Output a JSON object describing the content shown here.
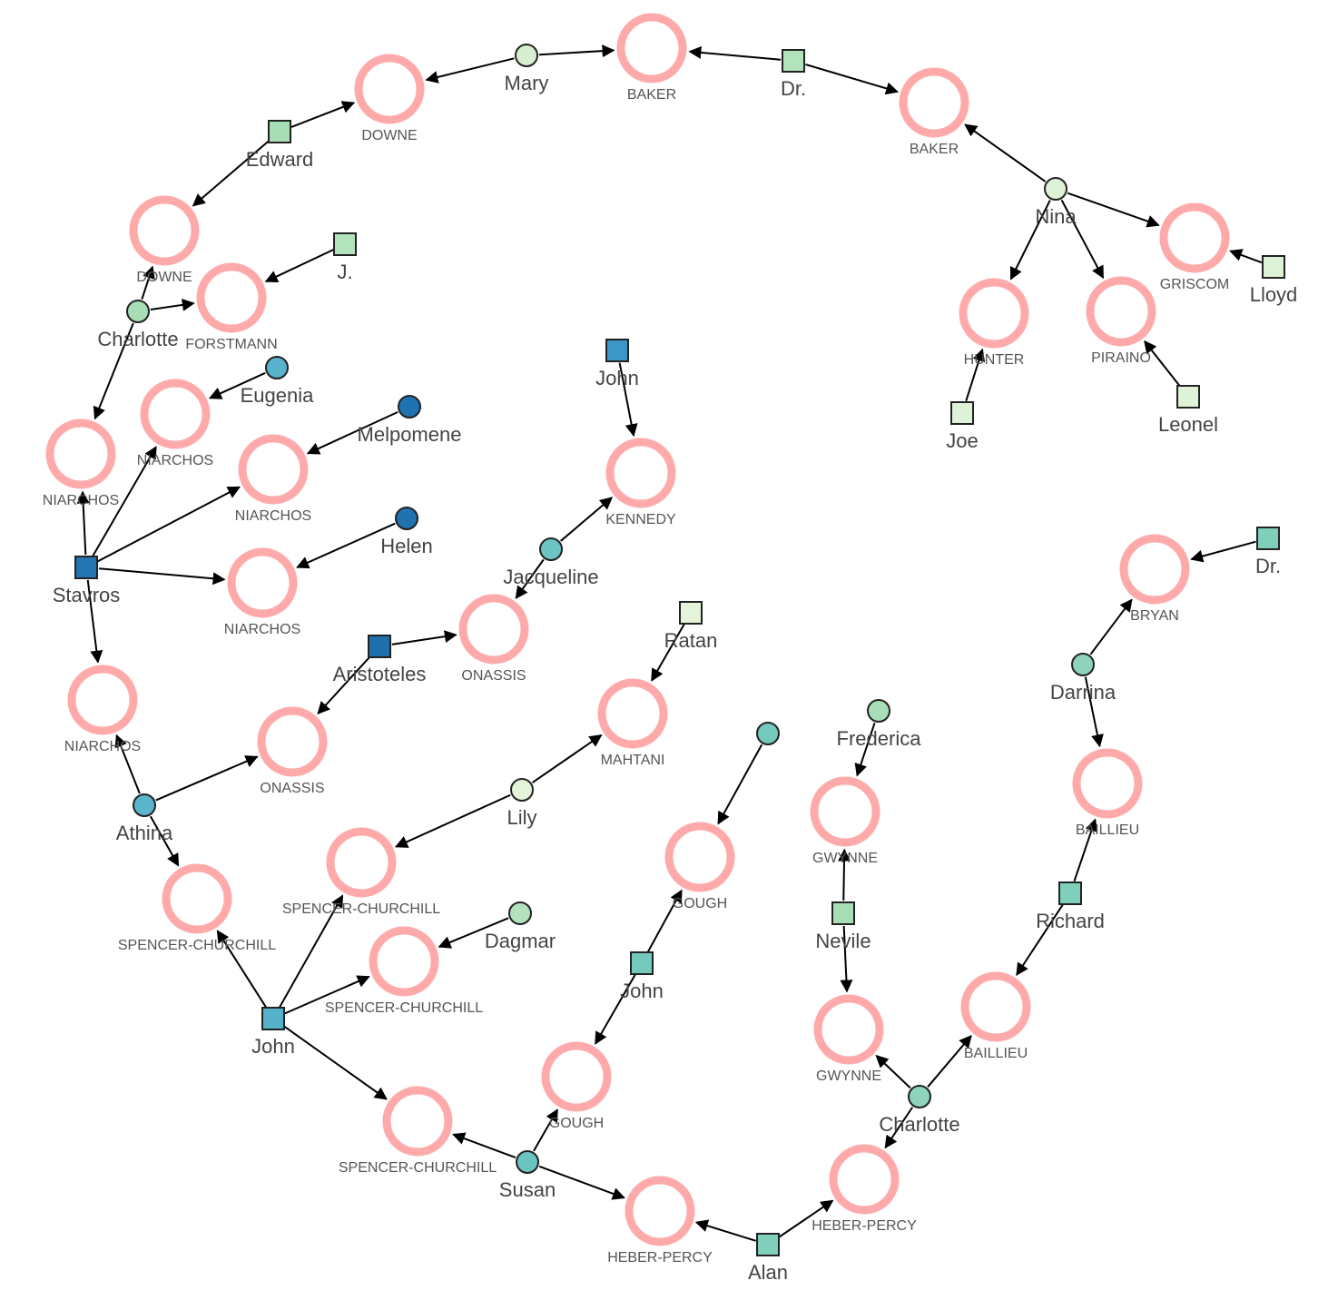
{
  "families": [
    {
      "id": "f1",
      "label": "BAKER"
    },
    {
      "id": "f2",
      "label": "BAKER"
    },
    {
      "id": "f3",
      "label": "DOWNE"
    },
    {
      "id": "f4",
      "label": "DOWNE"
    },
    {
      "id": "f5",
      "label": "FORSTMANN"
    },
    {
      "id": "f6",
      "label": "GRISCOM"
    },
    {
      "id": "f7",
      "label": "HUNTER"
    },
    {
      "id": "f8",
      "label": "PIRAINO"
    },
    {
      "id": "f9",
      "label": "NIARCHOS"
    },
    {
      "id": "f10",
      "label": "NIARCHOS"
    },
    {
      "id": "f11",
      "label": "NIARCHOS"
    },
    {
      "id": "f12",
      "label": "NIARCHOS"
    },
    {
      "id": "f13",
      "label": "NIARCHOS"
    },
    {
      "id": "f14",
      "label": "KENNEDY"
    },
    {
      "id": "f15",
      "label": "ONASSIS"
    },
    {
      "id": "f16",
      "label": "ONASSIS"
    },
    {
      "id": "f17",
      "label": "MAHTANI"
    },
    {
      "id": "f18",
      "label": "SPENCER-CHURCHILL"
    },
    {
      "id": "f19",
      "label": "SPENCER-CHURCHILL"
    },
    {
      "id": "f20",
      "label": "SPENCER-CHURCHILL"
    },
    {
      "id": "f21",
      "label": "SPENCER-CHURCHILL"
    },
    {
      "id": "f22",
      "label": "GOUGH"
    },
    {
      "id": "f23",
      "label": "GOUGH"
    },
    {
      "id": "f24",
      "label": "HEBER-PERCY"
    },
    {
      "id": "f25",
      "label": "HEBER-PERCY"
    },
    {
      "id": "f26",
      "label": "GWYNNE"
    },
    {
      "id": "f27",
      "label": "GWYNNE"
    },
    {
      "id": "f28",
      "label": "BRYAN"
    },
    {
      "id": "f29",
      "label": "BAILLIEU"
    },
    {
      "id": "f30",
      "label": "BAILLIEU"
    }
  ],
  "people": [
    {
      "id": "p1",
      "label": "Mary",
      "shape": "circle",
      "color": "#d6f0cf"
    },
    {
      "id": "p2",
      "label": "Dr.",
      "shape": "square",
      "color": "#b3e3bd"
    },
    {
      "id": "p3",
      "label": "Edward",
      "shape": "square",
      "color": "#a8deb5"
    },
    {
      "id": "p4",
      "label": "Nina",
      "shape": "circle",
      "color": "#ddf2d6"
    },
    {
      "id": "p5",
      "label": "J.",
      "shape": "square",
      "color": "#b3e3bd"
    },
    {
      "id": "p6",
      "label": "Charlotte",
      "shape": "circle",
      "color": "#a8deb5"
    },
    {
      "id": "p7",
      "label": "Lloyd",
      "shape": "square",
      "color": "#ddf2d6"
    },
    {
      "id": "p8",
      "label": "Joe",
      "shape": "square",
      "color": "#ddf2d6"
    },
    {
      "id": "p9",
      "label": "Leonel",
      "shape": "square",
      "color": "#ddf2d6"
    },
    {
      "id": "p10",
      "label": "Eugenia",
      "shape": "circle",
      "color": "#58b3cc"
    },
    {
      "id": "p11",
      "label": "Melpomene",
      "shape": "circle",
      "color": "#1f73b0"
    },
    {
      "id": "p12",
      "label": "Helen",
      "shape": "circle",
      "color": "#1f73b0"
    },
    {
      "id": "p13",
      "label": "Stavros",
      "shape": "square",
      "color": "#2475b0"
    },
    {
      "id": "p14",
      "label": "John",
      "shape": "square",
      "color": "#3b97c7"
    },
    {
      "id": "p15",
      "label": "Jacqueline",
      "shape": "circle",
      "color": "#6dc4c2"
    },
    {
      "id": "p16",
      "label": "Aristoteles",
      "shape": "square",
      "color": "#1f6fad"
    },
    {
      "id": "p17",
      "label": "Ratan",
      "shape": "square",
      "color": "#e3f4da"
    },
    {
      "id": "p18",
      "label": "Athina",
      "shape": "circle",
      "color": "#5ab4cc"
    },
    {
      "id": "p19",
      "label": "Lily",
      "shape": "circle",
      "color": "#e3f4da"
    },
    {
      "id": "p20",
      "label": "",
      "shape": "circle",
      "color": "#74c9bd"
    },
    {
      "id": "p21",
      "label": "Frederica",
      "shape": "circle",
      "color": "#a8deb5"
    },
    {
      "id": "p22",
      "label": "Dagmar",
      "shape": "circle",
      "color": "#b3e3bd"
    },
    {
      "id": "p23",
      "label": "John",
      "shape": "square",
      "color": "#54b3cb"
    },
    {
      "id": "p24",
      "label": "John",
      "shape": "square",
      "color": "#74c9bd"
    },
    {
      "id": "p25",
      "label": "Nevile",
      "shape": "square",
      "color": "#a8deb5"
    },
    {
      "id": "p26",
      "label": "Darrina",
      "shape": "circle",
      "color": "#8dd4bb"
    },
    {
      "id": "p27",
      "label": "Richard",
      "shape": "square",
      "color": "#80cfbb"
    },
    {
      "id": "p28",
      "label": "Dr.",
      "shape": "square",
      "color": "#80cfbb"
    },
    {
      "id": "p29",
      "label": "Susan",
      "shape": "circle",
      "color": "#6bc3c2"
    },
    {
      "id": "p30",
      "label": "Charlotte",
      "shape": "circle",
      "color": "#8dd4bb"
    },
    {
      "id": "p31",
      "label": "Alan",
      "shape": "square",
      "color": "#80cfbb"
    }
  ],
  "edges": [
    [
      "p1",
      "f3"
    ],
    [
      "p1",
      "f1"
    ],
    [
      "p2",
      "f1"
    ],
    [
      "p2",
      "f2"
    ],
    [
      "p3",
      "f3"
    ],
    [
      "p3",
      "f4"
    ],
    [
      "p4",
      "f2"
    ],
    [
      "p4",
      "f6"
    ],
    [
      "p4",
      "f7"
    ],
    [
      "p4",
      "f8"
    ],
    [
      "p5",
      "f5"
    ],
    [
      "p6",
      "f4"
    ],
    [
      "p6",
      "f5"
    ],
    [
      "p6",
      "f9"
    ],
    [
      "p7",
      "f6"
    ],
    [
      "p8",
      "f7"
    ],
    [
      "p9",
      "f8"
    ],
    [
      "p10",
      "f10"
    ],
    [
      "p11",
      "f11"
    ],
    [
      "p12",
      "f12"
    ],
    [
      "p13",
      "f9"
    ],
    [
      "p13",
      "f10"
    ],
    [
      "p13",
      "f11"
    ],
    [
      "p13",
      "f12"
    ],
    [
      "p13",
      "f13"
    ],
    [
      "p14",
      "f14"
    ],
    [
      "p15",
      "f14"
    ],
    [
      "p15",
      "f15"
    ],
    [
      "p16",
      "f15"
    ],
    [
      "p16",
      "f16"
    ],
    [
      "p17",
      "f17"
    ],
    [
      "p18",
      "f13"
    ],
    [
      "p18",
      "f16"
    ],
    [
      "p18",
      "f18"
    ],
    [
      "p19",
      "f17"
    ],
    [
      "p19",
      "f19"
    ],
    [
      "p20",
      "f22"
    ],
    [
      "p21",
      "f26"
    ],
    [
      "p22",
      "f20"
    ],
    [
      "p23",
      "f18"
    ],
    [
      "p23",
      "f19"
    ],
    [
      "p23",
      "f20"
    ],
    [
      "p23",
      "f21"
    ],
    [
      "p24",
      "f22"
    ],
    [
      "p24",
      "f23"
    ],
    [
      "p25",
      "f26"
    ],
    [
      "p25",
      "f27"
    ],
    [
      "p26",
      "f28"
    ],
    [
      "p26",
      "f29"
    ],
    [
      "p27",
      "f29"
    ],
    [
      "p27",
      "f30"
    ],
    [
      "p28",
      "f28"
    ],
    [
      "p29",
      "f21"
    ],
    [
      "p29",
      "f23"
    ],
    [
      "p29",
      "f24"
    ],
    [
      "p30",
      "f27"
    ],
    [
      "p30",
      "f30"
    ],
    [
      "p30",
      "f25"
    ],
    [
      "p31",
      "f24"
    ],
    [
      "p31",
      "f25"
    ]
  ]
}
